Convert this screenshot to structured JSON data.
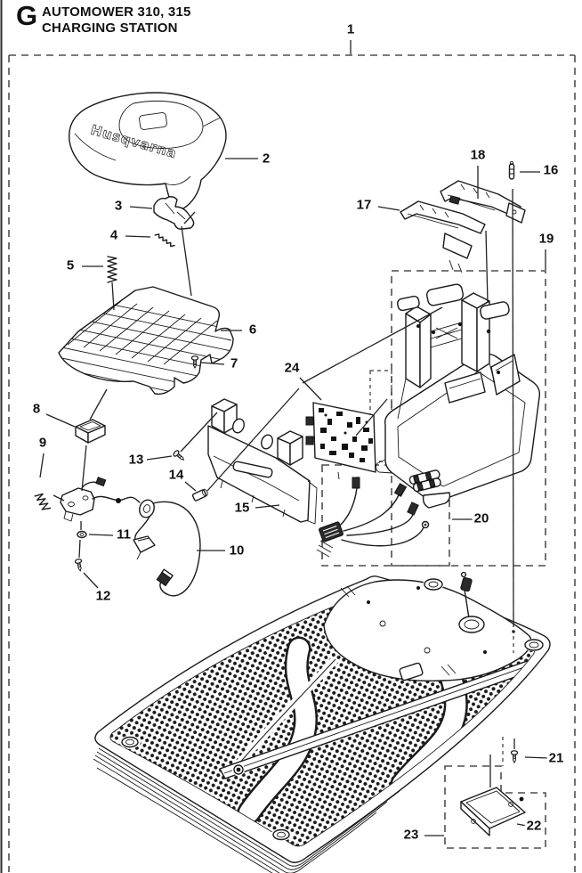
{
  "header": {
    "section_letter": "G",
    "model_line": "AUTOMOWER 310, 315",
    "subtitle_line": "CHARGING STATION"
  },
  "diagram": {
    "cover_logo_text": "Husqvarna",
    "part_labels": {
      "1": "1",
      "2": "2",
      "3": "3",
      "4": "4",
      "5": "5",
      "6": "6",
      "7": "7",
      "8": "8",
      "9": "9",
      "10": "10",
      "11": "11",
      "12": "12",
      "13": "13",
      "14": "14",
      "15": "15",
      "16": "16",
      "17": "17",
      "18": "18",
      "19": "19",
      "20": "20",
      "21": "21",
      "22": "22",
      "23": "23",
      "24": "24"
    }
  },
  "colors": {
    "line": "#1b1b1b",
    "dashed_box": "#4f4f4f",
    "label_text": "#111111",
    "background": "#ffffff"
  }
}
